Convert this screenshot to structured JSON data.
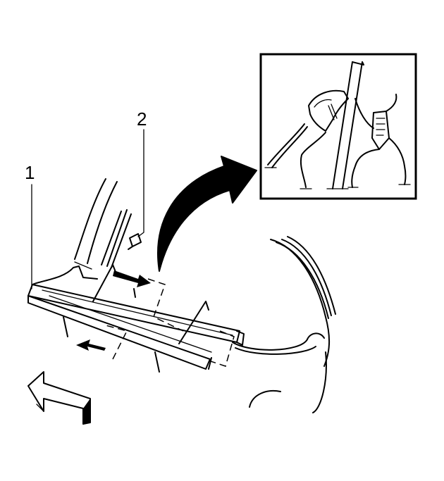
{
  "callouts": [
    {
      "id": "1",
      "label": "1"
    },
    {
      "id": "2",
      "label": "2"
    }
  ],
  "colors": {
    "ink": "#000000",
    "paper": "#ffffff"
  },
  "icons": [
    "forward-direction-arrow-icon",
    "detail-arrow-icon",
    "removal-arrow-icon"
  ]
}
